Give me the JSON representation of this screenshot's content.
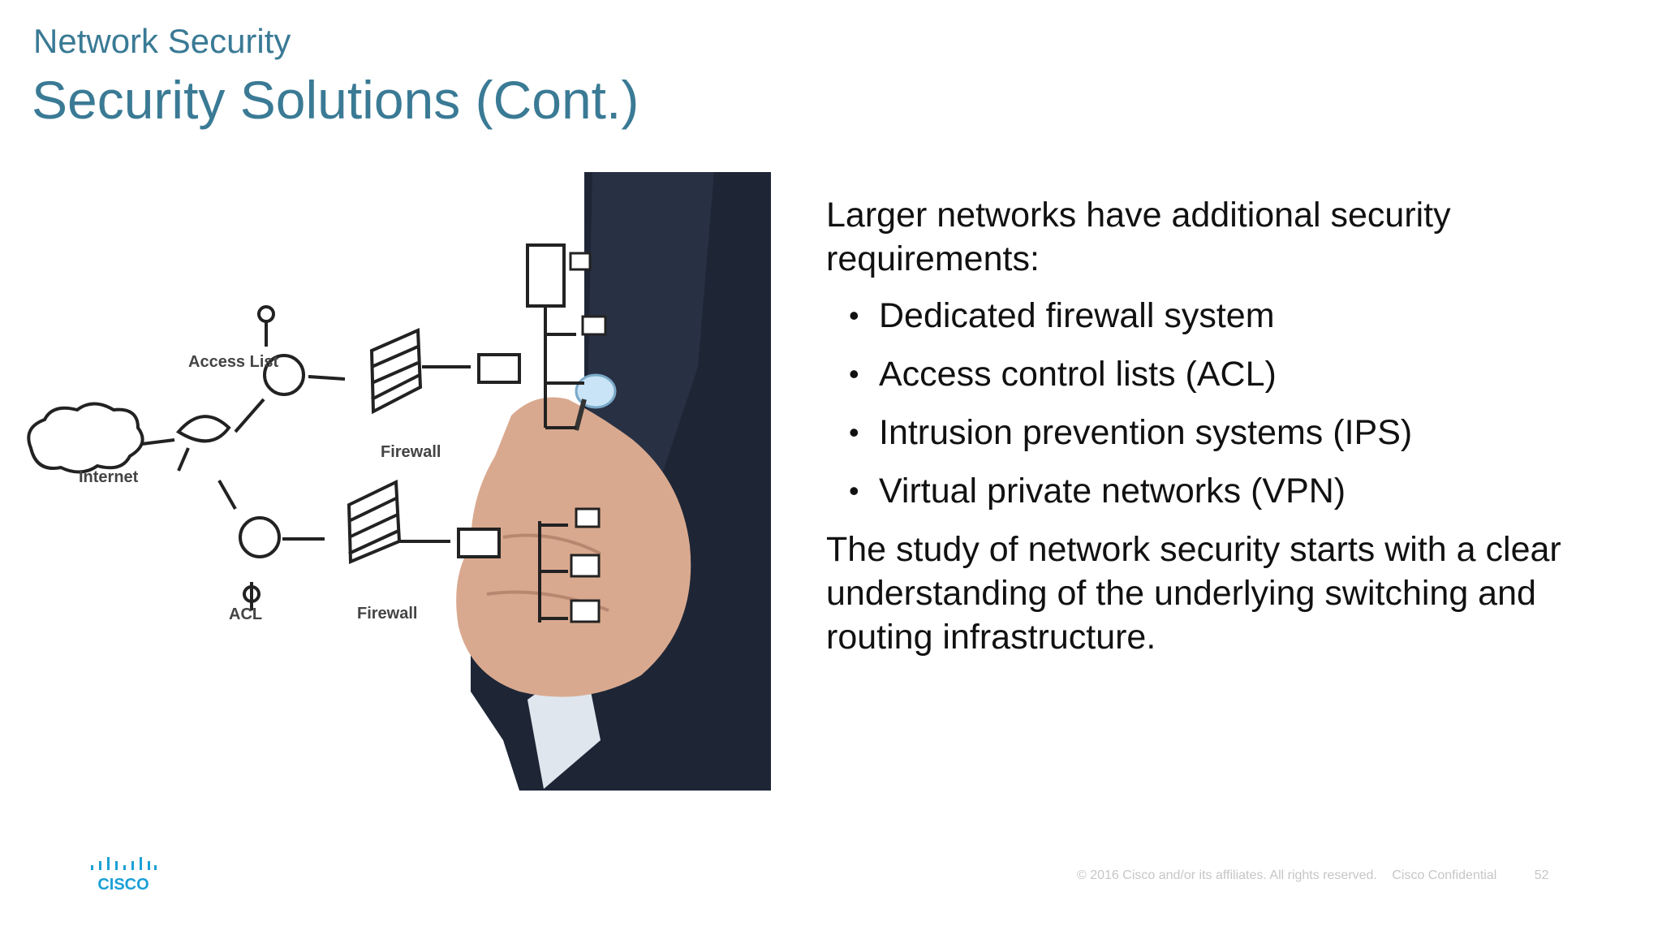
{
  "slide": {
    "section": "Network Security",
    "title": "Security Solutions (Cont.)",
    "intro": "Larger networks have additional security requirements:",
    "bullets": [
      "Dedicated firewall system",
      "Access control lists (ACL)",
      "Intrusion prevention systems (IPS)",
      "Virtual private networks (VPN)"
    ],
    "conclusion": "The study of network security starts with a clear understanding of the underlying switching and routing infrastructure."
  },
  "figure": {
    "labels": {
      "internet": "Internet",
      "access_list": "Access List",
      "firewall_top": "Firewall",
      "firewall_bottom": "Firewall",
      "acl": "ACL"
    }
  },
  "footer": {
    "logo_text": "CISCO",
    "copyright": "© 2016  Cisco and/or its affiliates. All rights reserved.",
    "confidential": "Cisco Confidential",
    "page_number": "52"
  },
  "colors": {
    "title": "#3a7a95",
    "body_text": "#111111",
    "cisco_logo": "#1ba0d7",
    "footer_text": "#c6c6c6"
  }
}
